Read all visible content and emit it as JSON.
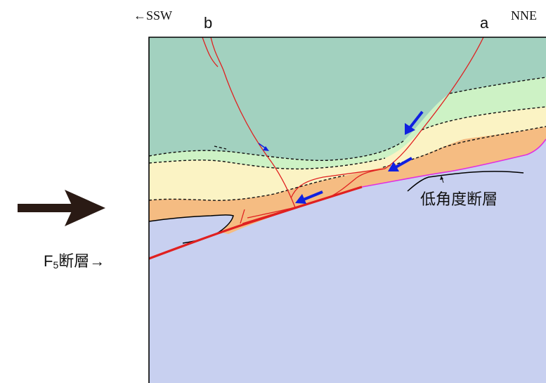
{
  "direction_left": "←SSW",
  "direction_right": "NNE",
  "point_b": "b",
  "point_a": "a",
  "low_angle_fault_label": "低角度断層",
  "f5_fault": {
    "prefix": "F",
    "subscript": "5",
    "suffix": "断層→"
  },
  "colors": {
    "upper_layer": "#a2d1bf",
    "light_green_layer": "#cdf2c5",
    "cream_layer": "#fbf3c4",
    "orange_layer": "#f5bc82",
    "basement": "#c8d0f0",
    "fault_line": "#e02020",
    "low_angle_fault": "#e030e0",
    "slip_arrow": "#1020e0",
    "push_arrow": "#2a1a14"
  },
  "icons": [
    "push-arrow-icon",
    "slip-arrow-icon"
  ]
}
